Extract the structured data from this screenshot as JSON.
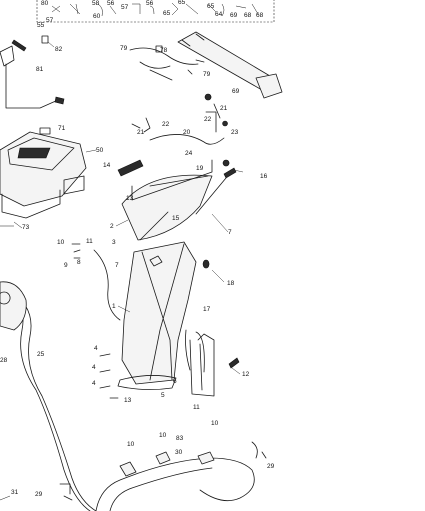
{
  "callouts": [
    {
      "label": "80"
    },
    {
      "label": "58"
    },
    {
      "label": "56"
    },
    {
      "label": "57"
    },
    {
      "label": "56"
    },
    {
      "label": "65"
    },
    {
      "label": "65"
    },
    {
      "label": "64"
    },
    {
      "label": "69"
    },
    {
      "label": "68"
    },
    {
      "label": "57"
    },
    {
      "label": "55"
    },
    {
      "label": "60"
    },
    {
      "label": "65"
    },
    {
      "label": "68"
    },
    {
      "label": "82"
    },
    {
      "label": "81"
    },
    {
      "label": "79"
    },
    {
      "label": "78"
    },
    {
      "label": "79"
    },
    {
      "label": "69"
    },
    {
      "label": "71"
    },
    {
      "label": "50"
    },
    {
      "label": "21"
    },
    {
      "label": "22"
    },
    {
      "label": "20"
    },
    {
      "label": "22"
    },
    {
      "label": "21"
    },
    {
      "label": "23"
    },
    {
      "label": "24"
    },
    {
      "label": "14"
    },
    {
      "label": "19"
    },
    {
      "label": "16"
    },
    {
      "label": "13"
    },
    {
      "label": "15"
    },
    {
      "label": "2"
    },
    {
      "label": "7"
    },
    {
      "label": "73"
    },
    {
      "label": "10"
    },
    {
      "label": "11"
    },
    {
      "label": "9"
    },
    {
      "label": "8"
    },
    {
      "label": "7"
    },
    {
      "label": "3"
    },
    {
      "label": "18"
    },
    {
      "label": "17"
    },
    {
      "label": "1"
    },
    {
      "label": "25"
    },
    {
      "label": "28"
    },
    {
      "label": "4"
    },
    {
      "label": "4"
    },
    {
      "label": "4"
    },
    {
      "label": "6"
    },
    {
      "label": "12"
    },
    {
      "label": "5"
    },
    {
      "label": "13"
    },
    {
      "label": "11"
    },
    {
      "label": "10"
    },
    {
      "label": "10"
    },
    {
      "label": "10"
    },
    {
      "label": "83"
    },
    {
      "label": "30"
    },
    {
      "label": "29"
    },
    {
      "label": "31"
    },
    {
      "label": "29"
    }
  ]
}
